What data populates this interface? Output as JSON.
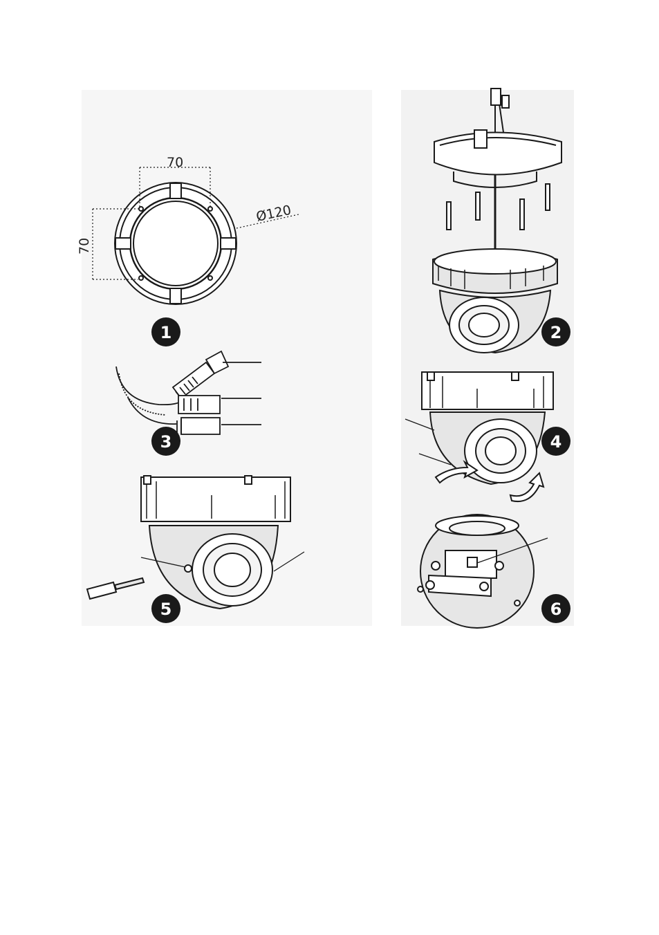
{
  "panels": [
    {
      "id": "1",
      "dimensions": {
        "width": "70",
        "height": "70",
        "diameter": "Ø120"
      }
    },
    {
      "id": "2"
    },
    {
      "id": "3"
    },
    {
      "id": "4"
    },
    {
      "id": "5"
    },
    {
      "id": "6"
    }
  ],
  "colors": {
    "line": "#1a1a1a",
    "panel_bg": "#f2f2f2",
    "dome_fill": "#e6e6e6",
    "badge": "#1a1a1a",
    "badge_text": "#ffffff"
  }
}
